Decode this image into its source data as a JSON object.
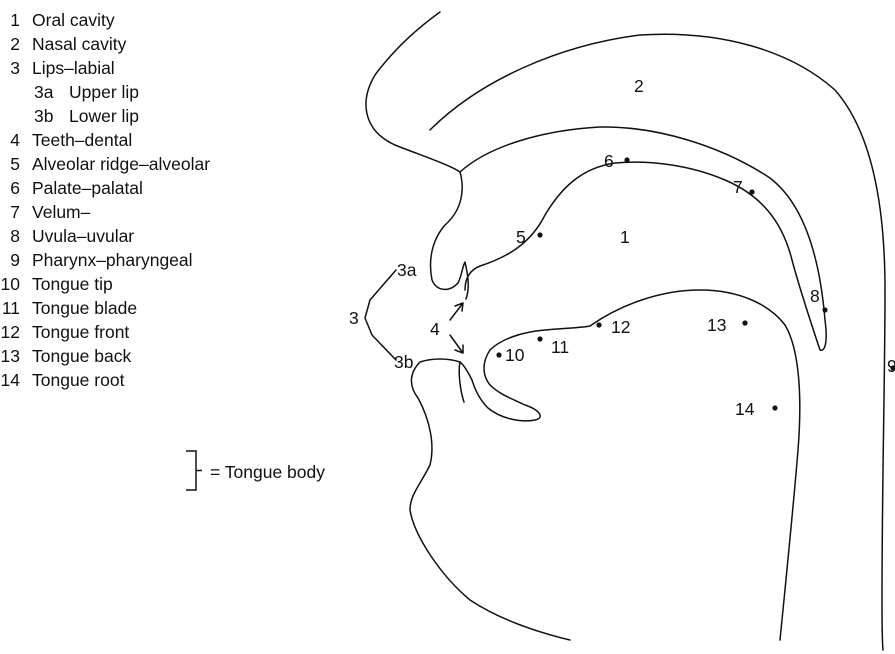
{
  "legend": [
    {
      "num": "1",
      "text": "Oral cavity"
    },
    {
      "num": "2",
      "text": "Nasal cavity"
    },
    {
      "num": "3",
      "text": "Lips–labial"
    },
    {
      "num": "3a",
      "text": "Upper lip"
    },
    {
      "num": "3b",
      "text": "Lower lip"
    },
    {
      "num": "4",
      "text": "Teeth–dental"
    },
    {
      "num": "5",
      "text": "Alveolar ridge–alveolar"
    },
    {
      "num": "6",
      "text": "Palate–palatal"
    },
    {
      "num": "7",
      "text": "Velum–"
    },
    {
      "num": "8",
      "text": "Uvula–uvular"
    },
    {
      "num": "9",
      "text": "Pharynx–pharyngeal"
    },
    {
      "num": "10",
      "text": "Tongue tip"
    },
    {
      "num": "11",
      "text": "Tongue blade"
    },
    {
      "num": "12",
      "text": "Tongue front"
    },
    {
      "num": "13",
      "text": "Tongue back"
    },
    {
      "num": "14",
      "text": "Tongue root"
    }
  ],
  "bracket_label": "= Tongue body",
  "diagram_labels": {
    "l1": "1",
    "l2": "2",
    "l3": "3",
    "l3a": "3a",
    "l3b": "3b",
    "l4": "4",
    "l5": "5",
    "l6": "6",
    "l7": "7",
    "l8": "8",
    "l9": "9",
    "l10": "10",
    "l11": "11",
    "l12": "12",
    "l13": "13",
    "l14": "14"
  }
}
